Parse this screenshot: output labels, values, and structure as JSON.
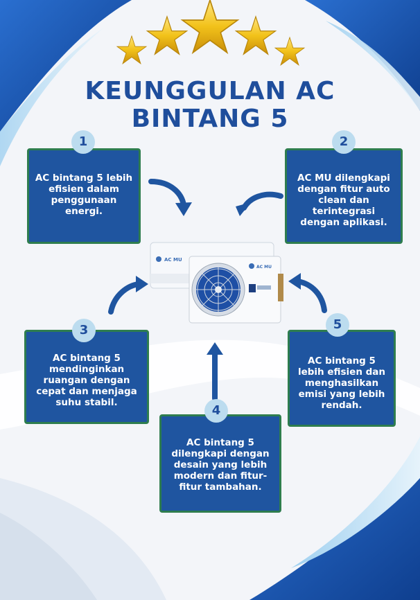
{
  "title": {
    "line1": "KEUNGGULAN AC",
    "line2": "BINTANG 5"
  },
  "ac_unit": {
    "indoor_brand": "AC MU",
    "outdoor_brand": "AC MU",
    "outdoor_tag": ""
  },
  "colors": {
    "title": "#1f4e9c",
    "box": "#1f55a0",
    "box_border": "#2e7d4f",
    "badge": "#bcdcef",
    "arrow": "#1f55a0",
    "star": "#f2c21a"
  },
  "rating": {
    "stars": 5
  },
  "points": [
    {
      "number": "1",
      "text": "AC bintang 5 lebih efisien dalam penggunaan energi."
    },
    {
      "number": "2",
      "text": "AC MU dilengkapi dengan fitur auto clean dan terintegrasi dengan aplikasi."
    },
    {
      "number": "3",
      "text": "AC bintang 5 mendinginkan ruangan dengan cepat dan menjaga suhu stabil."
    },
    {
      "number": "4",
      "text": "AC bintang 5 dilengkapi dengan desain yang lebih modern dan fitur-fitur tambahan."
    },
    {
      "number": "5",
      "text": "AC bintang 5 lebih efisien dan menghasilkan emisi yang lebih rendah."
    }
  ]
}
